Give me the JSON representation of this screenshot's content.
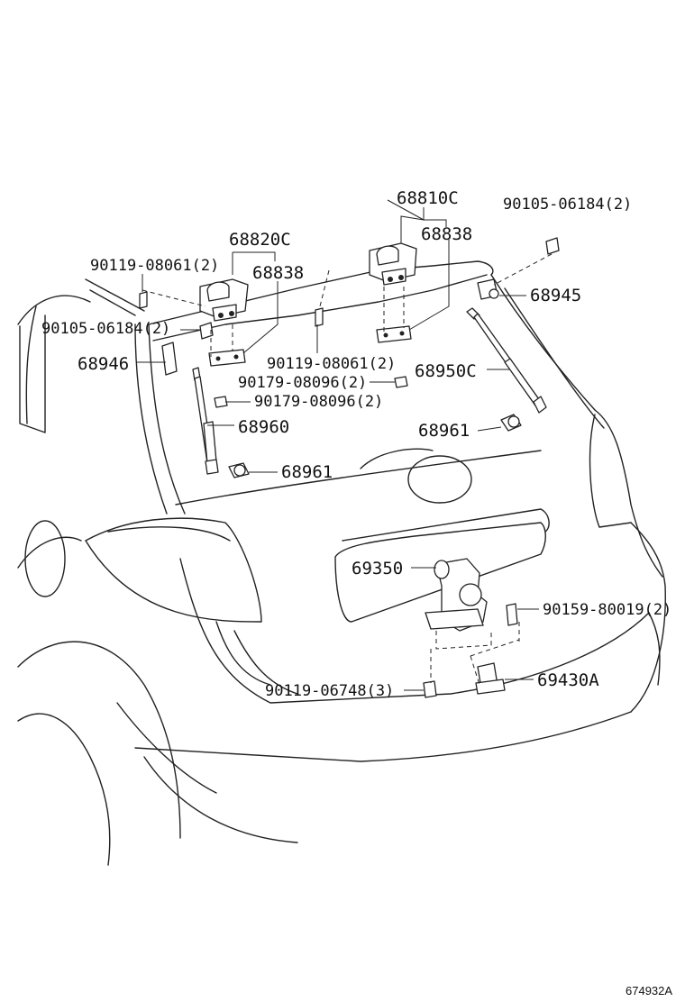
{
  "labels": {
    "p68810C": "68810C",
    "p68838_right": "68838",
    "p90105_top": "90105-06184(2)",
    "p68820C": "68820C",
    "p90119_left": "90119-08061(2)",
    "p68838_left": "68838",
    "p68945": "68945",
    "p90105_left": "90105-06184(2)",
    "p68946": "68946",
    "p90119_mid": "90119-08061(2)",
    "p68950C": "68950C",
    "p90179_a": "90179-08096(2)",
    "p90179_b": "90179-08096(2)",
    "p68960": "68960",
    "p68961_right": "68961",
    "p68961_left": "68961",
    "p69350": "69350",
    "p90159": "90159-80019(2)",
    "p90119_bottom": "90119-06748(3)",
    "p69430A": "69430A"
  },
  "diagram_code": "674932A"
}
